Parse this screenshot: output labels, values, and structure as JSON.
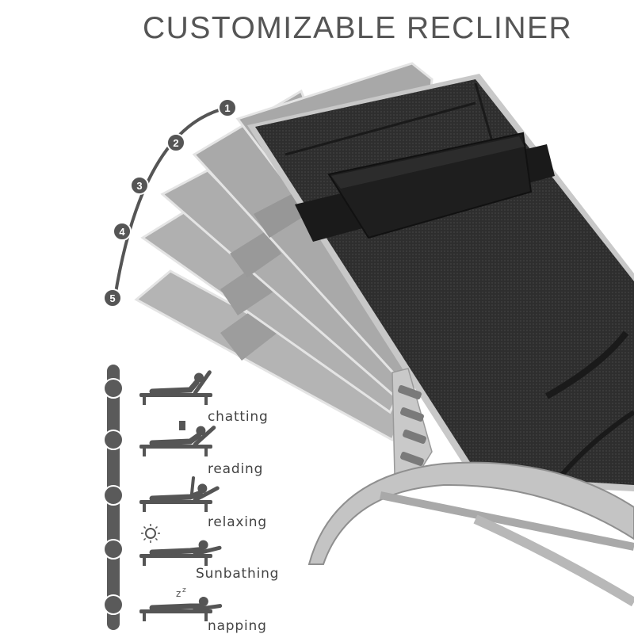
{
  "title": "CUSTOMIZABLE RECLINER",
  "positions": [
    "1",
    "2",
    "3",
    "4",
    "5"
  ],
  "modes": [
    {
      "label": "chatting",
      "icon": "person-sitting-chatting-icon"
    },
    {
      "label": "reading",
      "icon": "person-reading-icon"
    },
    {
      "label": "relaxing",
      "icon": "person-relaxing-icon"
    },
    {
      "label": "Sunbathing",
      "icon": "person-sunbathing-icon"
    },
    {
      "label": "napping",
      "icon": "person-napping-icon"
    }
  ],
  "colors": {
    "title": "#555555",
    "fabric": "#2b2b2b",
    "frame": "#b5b5b5",
    "ghost": "#9a9a9a",
    "icon": "#555555"
  }
}
